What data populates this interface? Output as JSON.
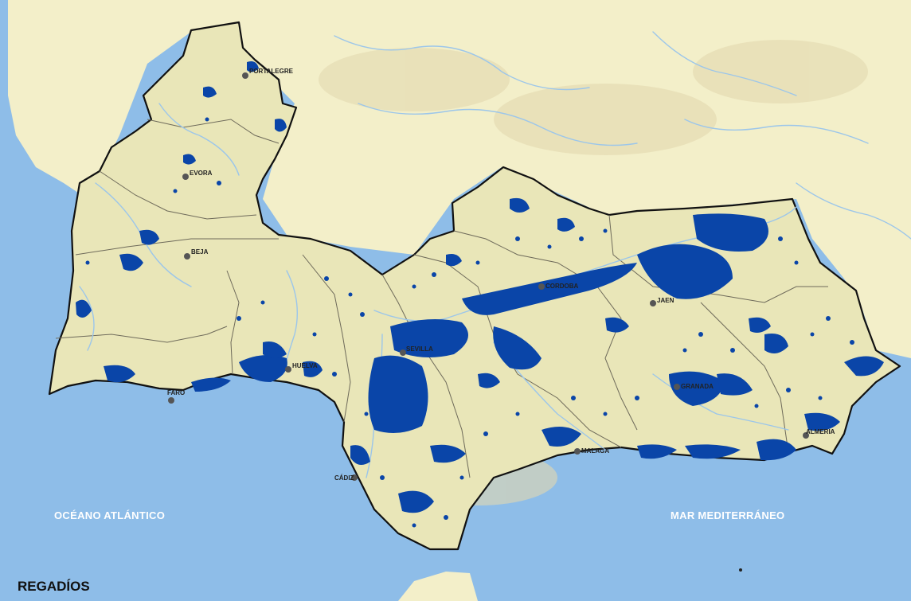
{
  "map": {
    "title": "REGADÍOS",
    "seas": {
      "atlantic": "OCÉANO ATLÁNTICO",
      "mediterranean": "MAR MEDITERRÁNEO"
    },
    "cities": {
      "portalegre": "PORTALEGRE",
      "evora": "EVORA",
      "beja": "BEJA",
      "faro": "FARO",
      "huelva": "HUELVA",
      "sevilla": "SEVILLA",
      "cordoba": "CORDOBA",
      "jaen": "JAEN",
      "granada": "GRANADA",
      "malaga": "MALAGA",
      "almeria": "ALMERIA",
      "cadiz": "CÁDIZ"
    },
    "colors": {
      "sea": "#8ebde8",
      "land_outside": "#f3efc9",
      "land_study": "#e9e6b8",
      "irrigated": "#0a45a8",
      "border": "#111111",
      "rivers": "#9cc6ea",
      "city_dot": "#555555"
    }
  }
}
